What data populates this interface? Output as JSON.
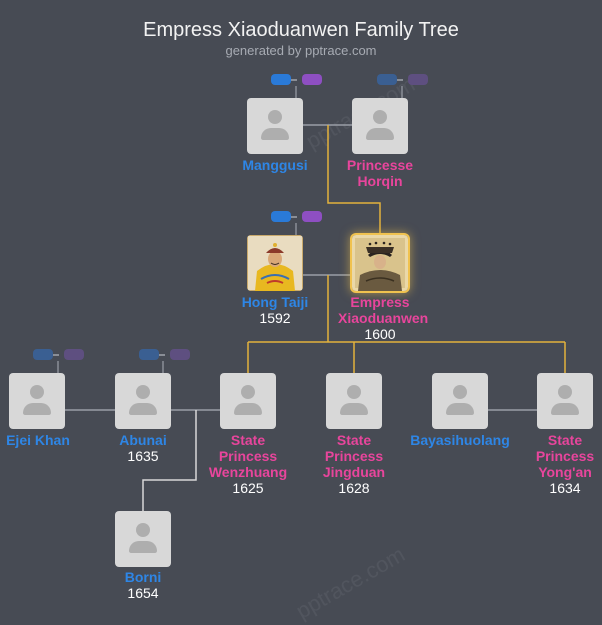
{
  "header": {
    "title": "Empress Xiaoduanwen Family Tree",
    "subtitle": "generated by pptrace.com"
  },
  "watermark": "pptrace.com",
  "colors": {
    "background": "#474b54",
    "male": "#2e86e6",
    "female": "#e8459c",
    "line_gray": "#9a9ea6",
    "line_gold": "#e3b23c"
  },
  "people": {
    "manggusi": {
      "name": "Manggusi",
      "year": ""
    },
    "horqin": {
      "name": "Princesse Horqin",
      "year": ""
    },
    "hongtaiji": {
      "name": "Hong Taiji",
      "year": "1592"
    },
    "xiaoduanwen": {
      "name": "Empress Xiaoduanwen",
      "year": "1600"
    },
    "ejei": {
      "name": "Ejei Khan",
      "year": ""
    },
    "abunai": {
      "name": "Abunai",
      "year": "1635"
    },
    "wenzhuang": {
      "name": "State Princess Wenzhuang",
      "year": "1625"
    },
    "jingduan": {
      "name": "State Princess Jingduan",
      "year": "1628"
    },
    "bayasihuolang": {
      "name": "Bayasihuolang",
      "year": ""
    },
    "yongan": {
      "name": "State Princess Yong'an",
      "year": "1634"
    },
    "borni": {
      "name": "Borni",
      "year": "1654"
    }
  }
}
